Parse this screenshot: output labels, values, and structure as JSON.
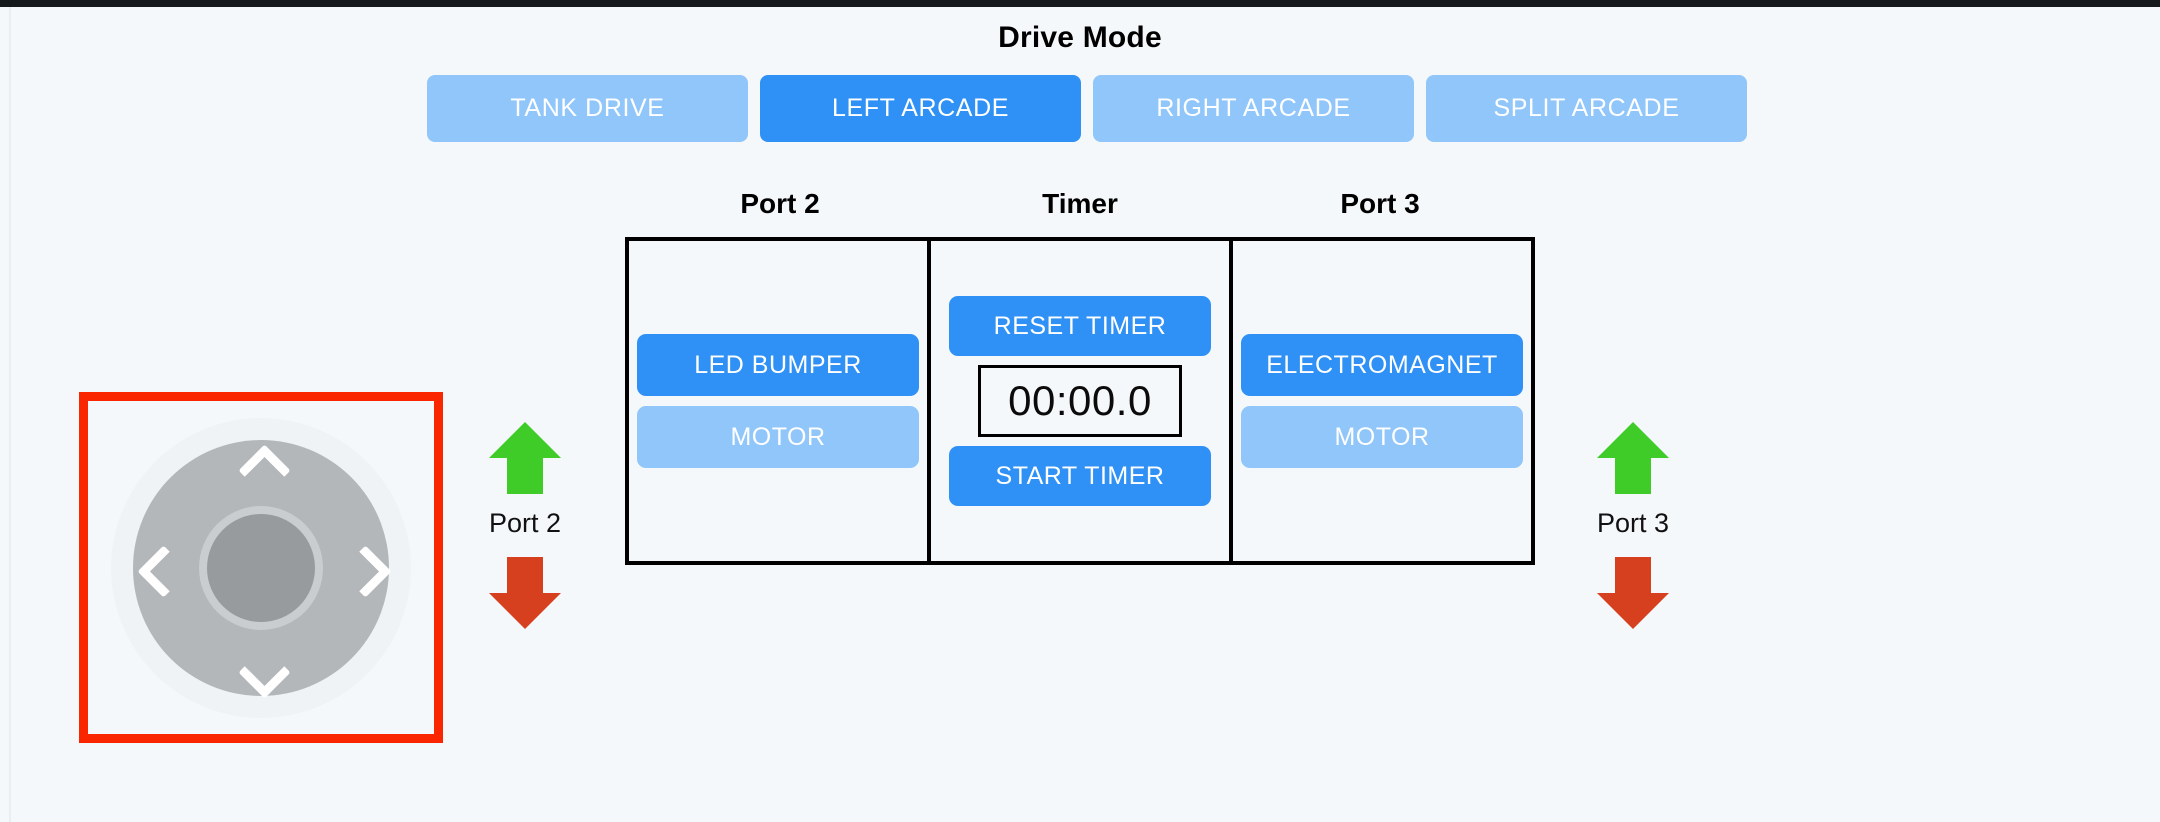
{
  "app": {
    "background_color": "#f5f8fa",
    "accent_active": "#2f91f5",
    "accent_inactive": "#90c6fa",
    "highlight_border": "#fa2600",
    "arrow_up_color": "#3fcc28",
    "arrow_down_color": "#d6401f"
  },
  "drive_mode": {
    "title": "Drive Mode",
    "selected": "LEFT ARCADE",
    "options": [
      {
        "label": "TANK DRIVE",
        "active": false
      },
      {
        "label": "LEFT ARCADE",
        "active": true
      },
      {
        "label": "RIGHT ARCADE",
        "active": false
      },
      {
        "label": "SPLIT ARCADE",
        "active": false
      }
    ]
  },
  "panels": {
    "port2": {
      "header": "Port 2",
      "buttons": [
        {
          "label": "LED BUMPER",
          "active": true
        },
        {
          "label": "MOTOR",
          "active": false
        }
      ]
    },
    "timer": {
      "header": "Timer",
      "reset_label": "RESET TIMER",
      "start_label": "START TIMER",
      "display": "00:00.0"
    },
    "port3": {
      "header": "Port 3",
      "buttons": [
        {
          "label": "ELECTROMAGNET",
          "active": true
        },
        {
          "label": "MOTOR",
          "active": false
        }
      ]
    }
  },
  "dpad": {
    "name": "directional-pad",
    "highlighted": true,
    "directions": [
      "up",
      "left",
      "right",
      "down"
    ]
  },
  "port_controls": [
    {
      "label": "Port 2",
      "up_icon": "arrow-up-icon",
      "down_icon": "arrow-down-icon"
    },
    {
      "label": "Port 3",
      "up_icon": "arrow-up-icon",
      "down_icon": "arrow-down-icon"
    }
  ]
}
